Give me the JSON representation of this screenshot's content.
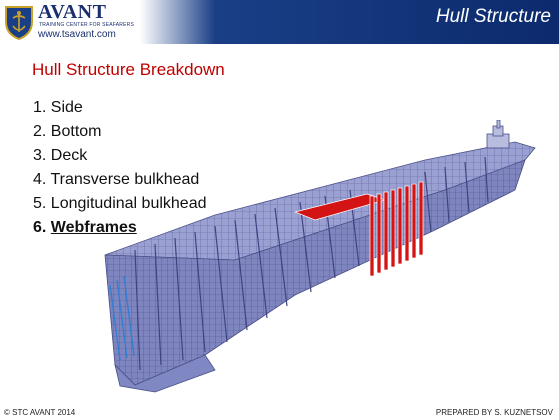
{
  "header": {
    "logo_name": "AVANT",
    "logo_subtitle": "TRAINING CENTER FOR SEAFARERS",
    "logo_url": "www.tsavant.com",
    "title": "Hull Structure"
  },
  "slide": {
    "title": "Hull Structure Breakdown",
    "items": [
      {
        "num": "1.",
        "label": "Side"
      },
      {
        "num": "2.",
        "label": "Bottom"
      },
      {
        "num": "3.",
        "label": "Deck"
      },
      {
        "num": "4.",
        "label": "Transverse bulkhead"
      },
      {
        "num": "5.",
        "label": "Longitudinal bulkhead"
      },
      {
        "num": "6.",
        "label": "Webframes"
      }
    ],
    "active_item": 6
  },
  "colors": {
    "header_blue": "#0c2a6d",
    "title_red": "#c00000",
    "hull_blue": "#8e95c8",
    "webframe_red": "#d41414"
  },
  "footer": {
    "left": "© STC AVANT 2014",
    "right": "PREPARED BY S. KUZNETSOV"
  }
}
